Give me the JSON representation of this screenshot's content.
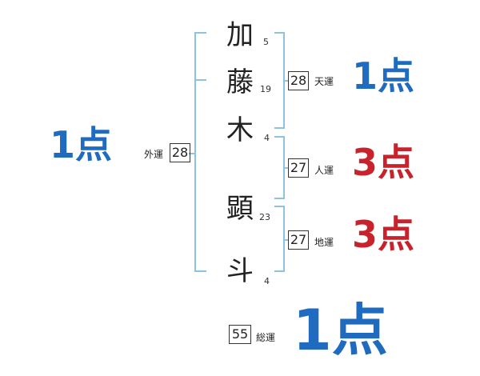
{
  "name_chars": [
    {
      "char": "加",
      "strokes": "5"
    },
    {
      "char": "藤",
      "strokes": "19"
    },
    {
      "char": "木",
      "strokes": "4"
    },
    {
      "char": "顕",
      "strokes": "23"
    },
    {
      "char": "斗",
      "strokes": "4"
    }
  ],
  "tenkaku": {
    "label": "天運",
    "value": "28",
    "points": "1点",
    "color": "#1f6bbf"
  },
  "jinkaku": {
    "label": "人運",
    "value": "27",
    "points": "3点",
    "color": "#c8232c"
  },
  "chikaku": {
    "label": "地運",
    "value": "27",
    "points": "3点",
    "color": "#c8232c"
  },
  "gaikaku": {
    "label": "外運",
    "value": "28",
    "points": "1点",
    "color": "#1f6bbf"
  },
  "soukaku": {
    "label": "総運",
    "value": "55",
    "points": "1点",
    "color": "#1f6bbf"
  },
  "bracket_color": "#8cc4e0"
}
